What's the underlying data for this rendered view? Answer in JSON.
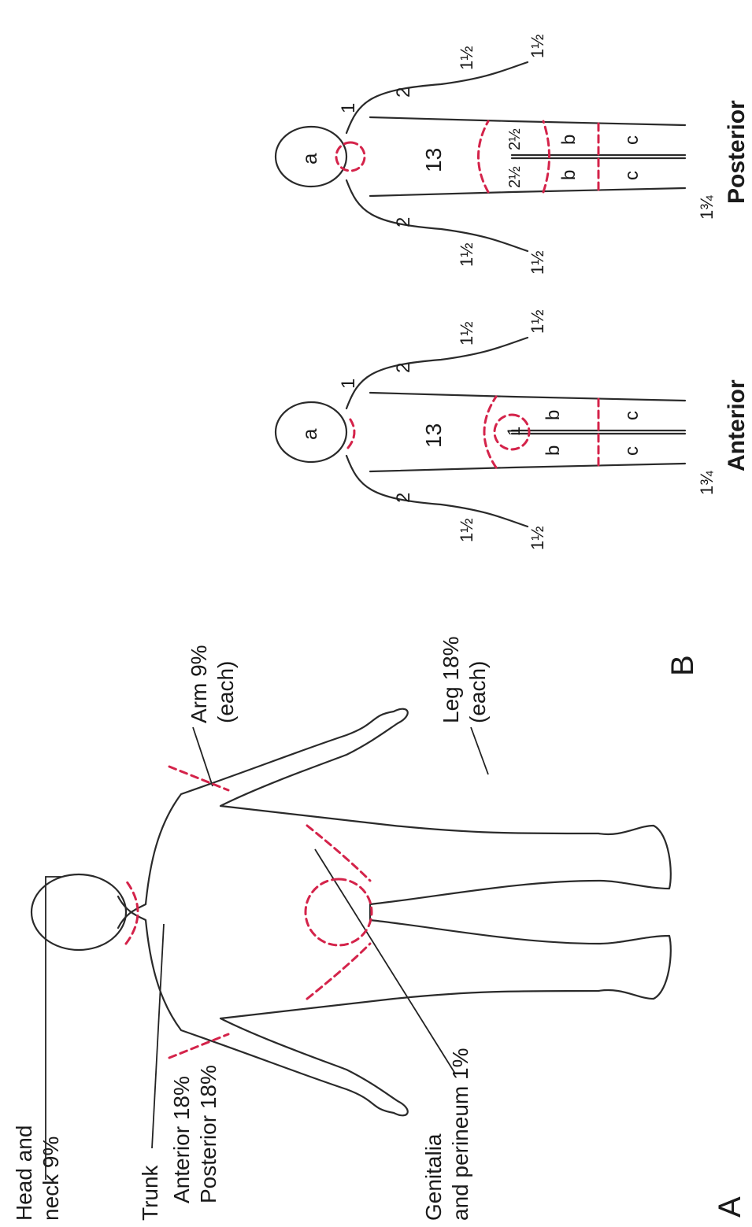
{
  "colors": {
    "outline": "#2a2a2a",
    "region_boundary": "#d4234a",
    "text": "#1a1a1a",
    "background": "#ffffff"
  },
  "panel_a": {
    "panel_letter": "A",
    "head_neck": [
      "Head and",
      "neck 9%"
    ],
    "trunk": [
      "Trunk",
      "Anterior 18%",
      "Posterior 18%"
    ],
    "genitalia": [
      "Genitalia",
      "and perineum 1%"
    ],
    "arm": [
      "Arm 9%",
      "(each)"
    ],
    "leg": [
      "Leg 18%",
      "(each)"
    ]
  },
  "panel_b": {
    "panel_letter": "B",
    "anterior": {
      "caption": "Anterior",
      "head": "a",
      "neck": "1",
      "trunk": "13",
      "upper_arm_left": "2",
      "upper_arm_right": "2",
      "forearm_left": "1½",
      "forearm_right": "1½",
      "hand_left": "1½",
      "hand_right": "1½",
      "genitalia": "1",
      "thigh_left": "b",
      "thigh_right": "b",
      "leg_left": "c",
      "leg_right": "c",
      "foot": "1¾"
    },
    "posterior": {
      "caption": "Posterior",
      "head": "a",
      "neck": "1",
      "trunk": "13",
      "upper_arm_left": "2",
      "upper_arm_right": "2",
      "forearm_left": "1½",
      "forearm_right": "1½",
      "hand_left": "1½",
      "hand_right": "1½",
      "buttock_left": "2½",
      "buttock_right": "2½",
      "thigh_left": "b",
      "thigh_right": "b",
      "leg_left": "c",
      "leg_right": "c",
      "foot": "1¾"
    }
  }
}
